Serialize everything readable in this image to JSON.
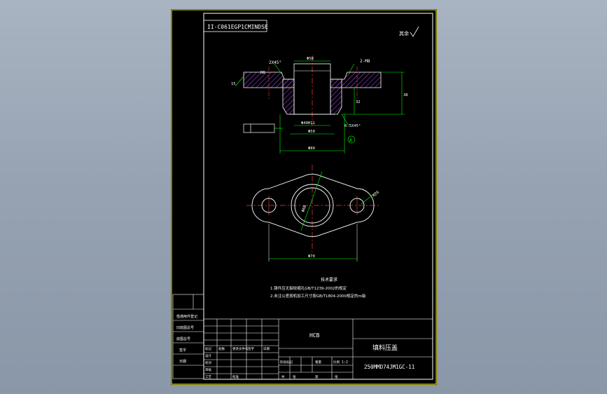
{
  "colors": {
    "background": "#97a3b3",
    "sheet": "#000000",
    "frame": "#ffff00",
    "outline": "#ffffff",
    "dimension": "#00ff00",
    "centerline": "#ff3b3b",
    "hatch": "#b84dff",
    "text": "#ffffff"
  },
  "drawing": {
    "code_stamp": "II-C061EGP1CMINDSE",
    "roughness_note": "其余",
    "section_label": "A"
  },
  "tech_requirements": {
    "heading": "技术要求",
    "items": [
      "1.铸件应无裂纹缩孔GB/T1239-2002的规定",
      "2.未注公差按机加工尺寸按GB/T1804-2000规定的m级"
    ]
  },
  "title_block": {
    "material": "HCB",
    "part_name": "填料压盖",
    "drawing_number": "250MMD74JM1GC-11",
    "scale": "1:2",
    "left_column": [
      "借通用件登记",
      "旧底图总号",
      "底图总号",
      "签字",
      "日期"
    ],
    "labels": [
      "标记",
      "处数",
      "更改文件号",
      "签字",
      "日期",
      "设计",
      "校对",
      "审核",
      "工艺",
      "批准",
      "阶段标记",
      "重量",
      "比例",
      "共",
      "张",
      "第",
      "张"
    ]
  },
  "dimensions": [
    "2X45°",
    "R8",
    "Φ58",
    "Φ40H11",
    "Φ50",
    "Φ80",
    "Φ68",
    "2-M8",
    "0.5X45°",
    "15",
    "32",
    "38",
    "R20",
    "Φ70"
  ]
}
